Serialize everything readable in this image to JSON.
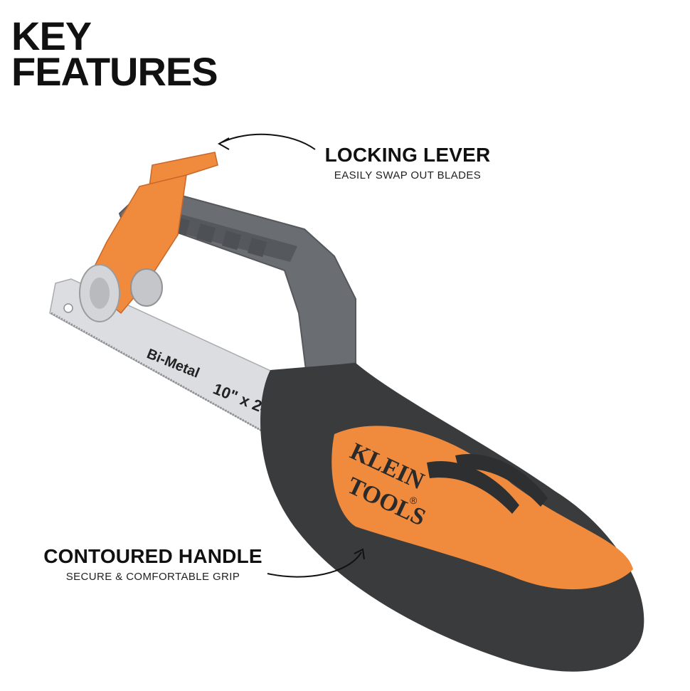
{
  "heading": {
    "line1": "KEY",
    "line2": "FEATURES"
  },
  "callouts": {
    "locking_lever": {
      "title": "LOCKING LEVER",
      "subtitle": "EASILY SWAP OUT BLADES"
    },
    "contoured_handle": {
      "title": "CONTOURED HANDLE",
      "subtitle": "SECURE & COMFORTABLE GRIP"
    }
  },
  "product": {
    "blade_text_1": "Bi-Metal",
    "blade_text_2": "10\" x 24",
    "brand_line1": "KLEIN",
    "brand_line2": "TOOLS",
    "brand_mark": "®"
  },
  "colors": {
    "accent_orange": "#f08a3c",
    "frame_gray": "#6a6d72",
    "grip_dark": "#3a3b3d",
    "blade_silver": "#dcdde0",
    "text": "#111111"
  }
}
